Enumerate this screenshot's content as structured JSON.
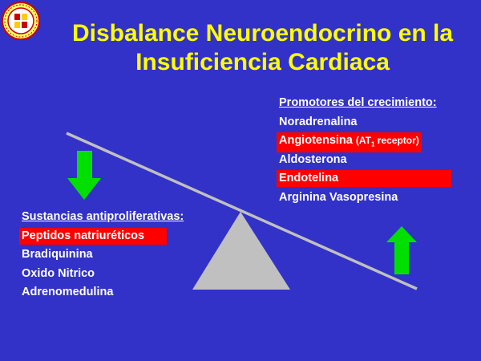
{
  "header": {
    "title_line1": "Disbalance Neuroendocrino en la",
    "title_line2": "Insuficiencia Cardiaca"
  },
  "promoters": {
    "heading": "Promotores del crecimiento:",
    "items": {
      "noradrenalina": "Noradrenalina",
      "angiotensina": "Angiotensina",
      "at_prefix": "(AT",
      "at_sub": "1",
      "at_suffix": " receptor)",
      "aldosterona": "Aldosterona",
      "endotelina": "Endotelina",
      "vasopresina": "Arginina Vasopresina"
    }
  },
  "antiproliferative": {
    "heading": "Sustancias antiproliferativas:",
    "items": [
      "Peptidos natriuréticos",
      "Bradiquinina",
      "Oxido Nitrico",
      "Adrenomedulina"
    ]
  },
  "colors": {
    "background": "#3232c8",
    "title": "#ffff00",
    "highlight": "#ff0000",
    "arrow": "#00e000",
    "scale": "#c0c0c0"
  },
  "icons": [
    "university-seal-icon",
    "arrow-down-icon",
    "arrow-up-icon"
  ]
}
